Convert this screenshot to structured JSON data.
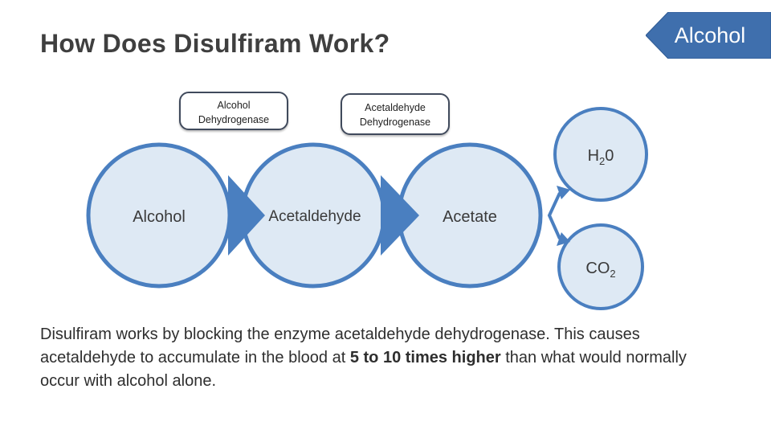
{
  "title": "How Does Disulfiram Work?",
  "tag": {
    "label": "Alcohol",
    "color": "#3f6fad"
  },
  "enzymes": [
    {
      "line1": "Alcohol",
      "line2": "Dehydrogenase"
    },
    {
      "line1": "Acetaldehyde",
      "line2": "Dehydrogenase"
    }
  ],
  "circles": {
    "alcohol": "Alcohol",
    "acetaldehyde": "Acetaldehyde",
    "acetate": "Acetate",
    "water": {
      "base": "H",
      "sub": "2",
      "tail": "0"
    },
    "co2": {
      "base": "CO",
      "sub": "2"
    }
  },
  "colors": {
    "circle_fill": "#dee9f4",
    "circle_stroke": "#4a7fc0",
    "arrow": "#4a7fc0"
  },
  "description": {
    "part1": "Disulfiram works by blocking the enzyme acetaldehyde dehydrogenase. This causes acetaldehyde to accumulate in the blood at ",
    "bold": "5 to 10 times higher",
    "part2": " than what would normally occur with alcohol alone."
  }
}
